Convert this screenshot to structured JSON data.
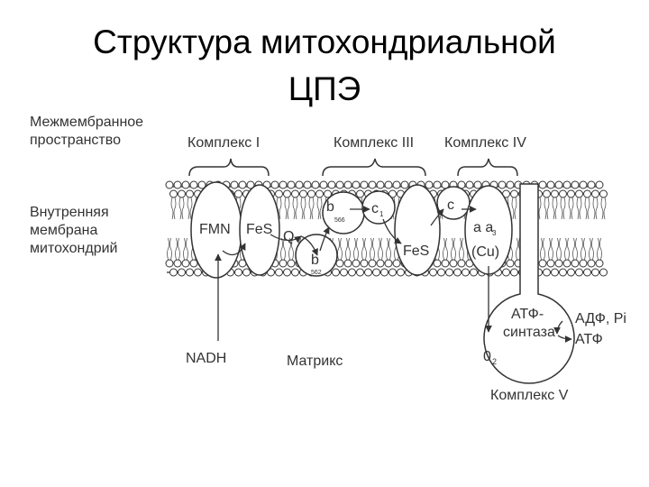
{
  "slide": {
    "title_line1": "Структура митохондриальной",
    "title_line2": "ЦПЭ"
  },
  "labels": {
    "intermembrane_space": [
      "Межмембранное",
      "пространство"
    ],
    "inner_membrane": [
      "Внутренняя",
      "мембрана",
      "митохондрий"
    ],
    "matrix": "Матрикс",
    "complex_1": "Комплекс I",
    "complex_3": "Комплекс III",
    "complex_4": "Комплекс IV",
    "complex_5": "Комплекс V",
    "fmn": "FMN",
    "fes_1": "FeS",
    "q": "Q",
    "b_top": "b",
    "b_top_sub": "566",
    "b_bottom": "b",
    "b_bottom_sub": "562",
    "c1": "c",
    "c1_sub": "1",
    "fes_3": "FeS",
    "c": "c",
    "aa3": "a a",
    "aa3_sub": "3",
    "cu": "(Cu)",
    "nadh": "NADH",
    "o2": "0",
    "o2_sub": "2",
    "atp_synthase": [
      "АТФ-",
      "синтаза"
    ],
    "adp_pi": "АДФ, Pi",
    "atp": "АТФ"
  }
}
